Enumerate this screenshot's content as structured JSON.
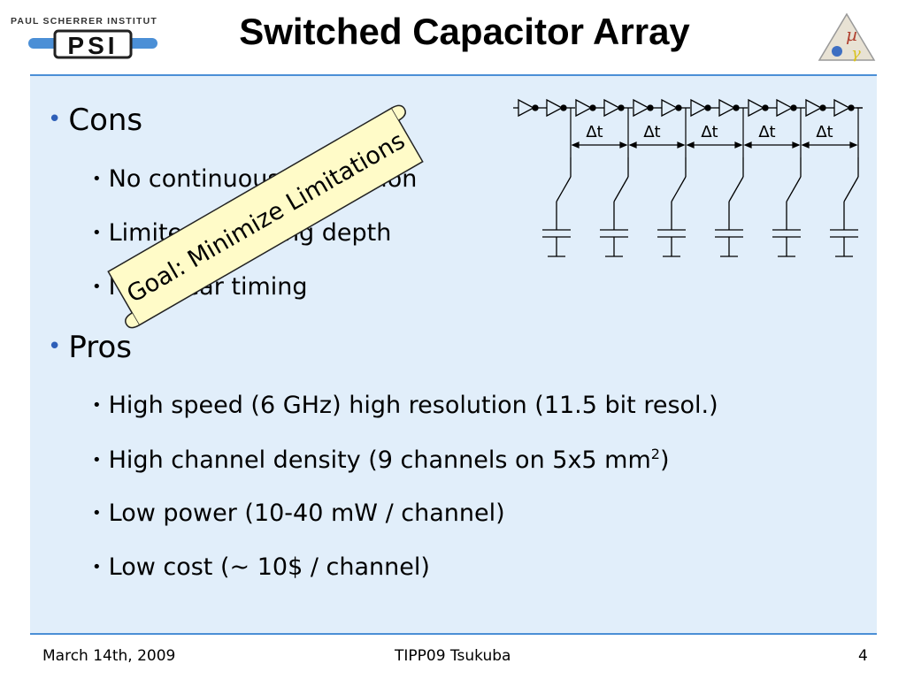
{
  "header": {
    "org_name": "PAUL SCHERRER INSTITUT",
    "logo_text": "PSI",
    "title": "Switched Capacitor Array"
  },
  "cons": {
    "heading": "Cons",
    "items": [
      "No continuous acquisition",
      "Limited sampling depth",
      "Nonlinear timing"
    ]
  },
  "pros": {
    "heading": "Pros",
    "items": [
      "High speed (6 GHz) high resolution (11.5 bit resol.)",
      "Low power (10-40 mW / channel)",
      "Low cost (~ 10$ / channel)"
    ],
    "density_item": {
      "text": "High channel density (9 channels on 5x5 mm",
      "sup": "2",
      "tail": ")"
    }
  },
  "callout": {
    "text": "Goal: Minimize Limitations"
  },
  "circuit": {
    "delta_labels": [
      "∆t",
      "∆t",
      "∆t",
      "∆t",
      "∆t"
    ]
  },
  "footer": {
    "date": "March 14th, 2009",
    "event": "TIPP09 Tsukuba",
    "page": "4"
  },
  "colors": {
    "accent_blue": "#4b8fd6",
    "content_bg": "#e1eefa",
    "callout_bg": "#fffbc8",
    "bullet_blue": "#2e5fb8"
  }
}
